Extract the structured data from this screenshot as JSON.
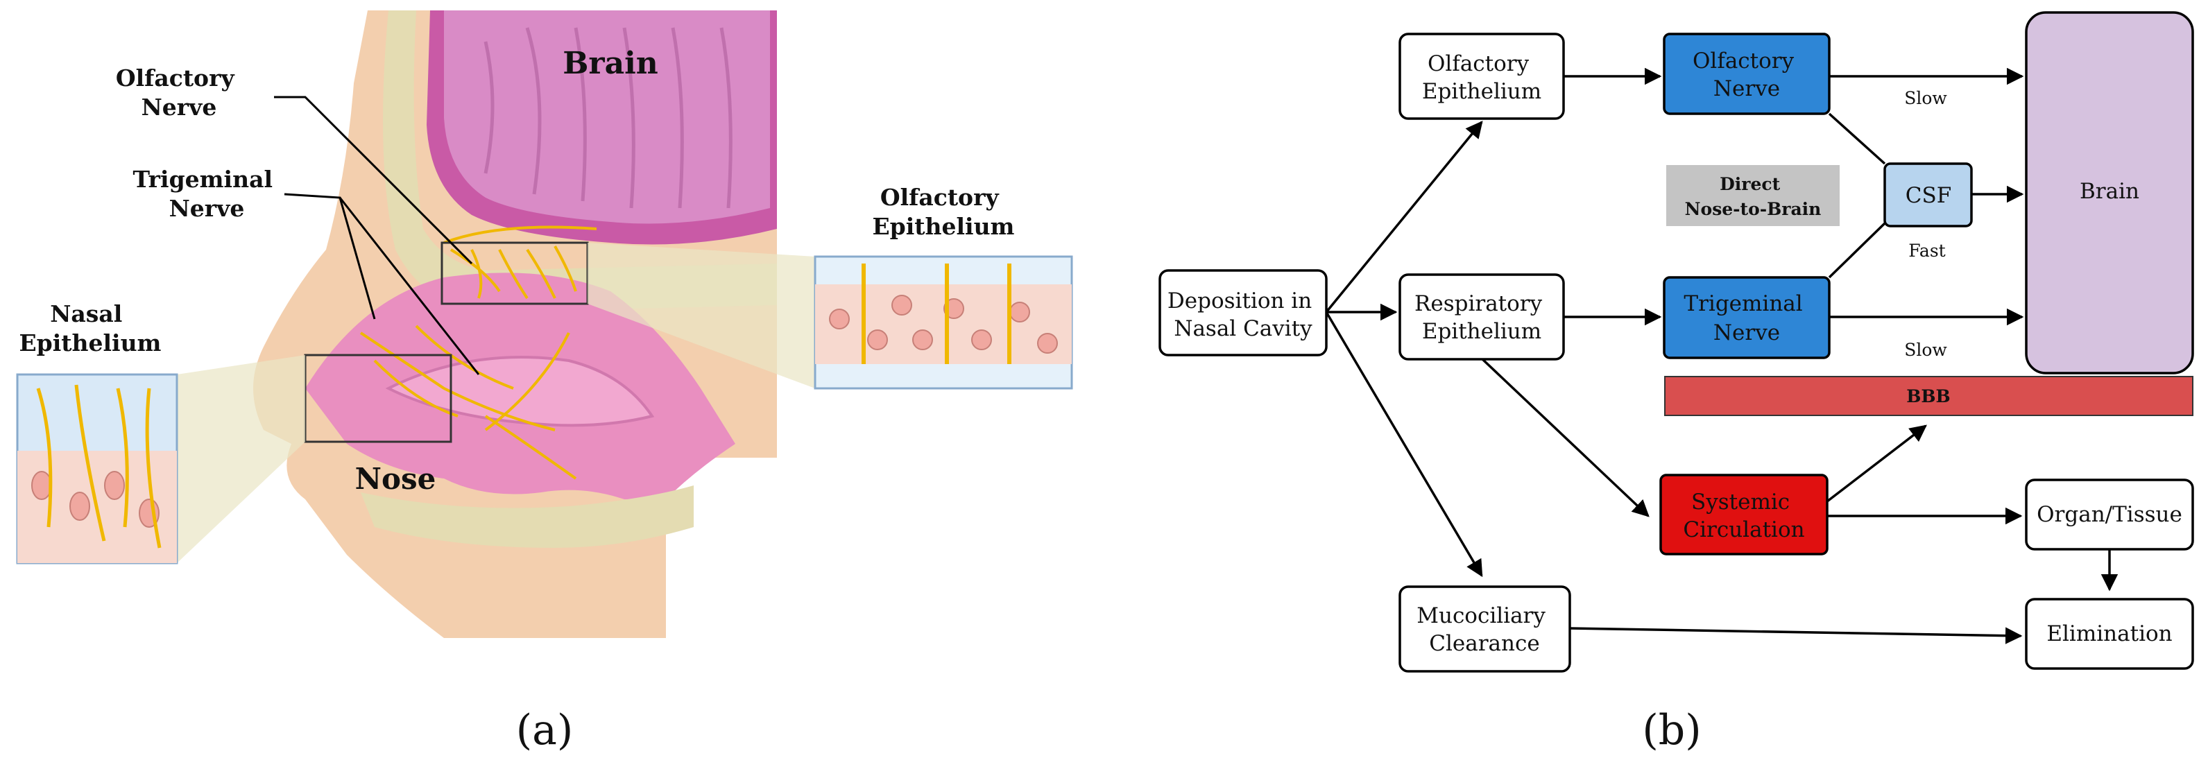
{
  "panel_a": {
    "caption": "(a)",
    "labels": {
      "brain": "Brain",
      "olfactory_nerve": [
        "Olfactory",
        "Nerve"
      ],
      "trigeminal_nerve": [
        "Trigeminal",
        "Nerve"
      ],
      "olfactory_epithelium": [
        "Olfactory",
        "Epithelium"
      ],
      "nasal_epithelium": [
        "Nasal",
        "Epithelium"
      ],
      "nose": "Nose"
    }
  },
  "panel_b": {
    "caption": "(b)",
    "nodes": {
      "deposition": [
        "Deposition in",
        "Nasal Cavity"
      ],
      "olfactory_epithelium": [
        "Olfactory",
        "Epithelium"
      ],
      "respiratory_epithelium": [
        "Respiratory",
        "Epithelium"
      ],
      "mucociliary_clearance": [
        "Mucociliary",
        "Clearance"
      ],
      "olfactory_nerve": [
        "Olfactory",
        "Nerve"
      ],
      "trigeminal_nerve": [
        "Trigeminal",
        "Nerve"
      ],
      "csf": "CSF",
      "systemic_circulation": [
        "Systemic",
        "Circulation"
      ],
      "brain": "Brain",
      "organ_tissue": "Organ/Tissue",
      "elimination": "Elimination",
      "direct_nose_to_brain": [
        "Direct",
        "Nose-to-Brain"
      ],
      "bbb": "BBB"
    },
    "edge_labels": {
      "olf_slow": "Slow",
      "trig_slow": "Slow",
      "csf_fast": "Fast"
    },
    "colors": {
      "nerve_blue": "#2e86d6",
      "csf_blue": "#b7d4ee",
      "systemic_red": "#e01010",
      "bbb_red": "#d94f4f",
      "brain_lavender": "#d6c2df",
      "direct_gray": "#c4c4c4"
    }
  }
}
